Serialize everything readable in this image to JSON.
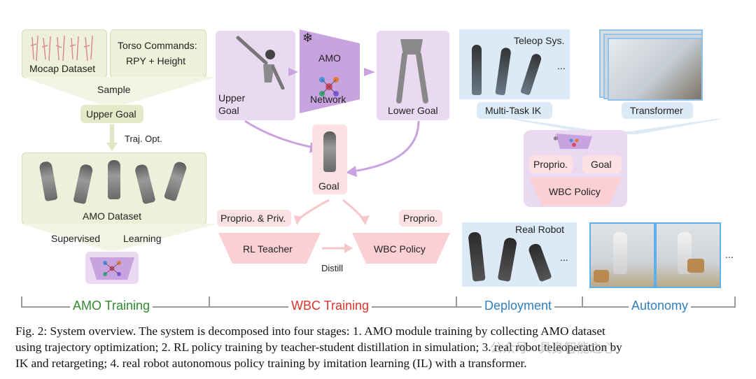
{
  "amo_training": {
    "mocap_dataset": "Mocap Dataset",
    "torso_commands_line1": "Torso Commands:",
    "torso_commands_line2": "RPY + Height",
    "sample": "Sample",
    "upper_goal": "Upper Goal",
    "traj_opt": "Traj. Opt.",
    "amo_dataset": "AMO Dataset",
    "supervised": "Supervised",
    "learning": "Learning"
  },
  "wbc_training": {
    "upper_goal_line1": "Upper",
    "upper_goal_line2": "Goal",
    "amo_line1": "AMO",
    "amo_line2": "Network",
    "snowflake": "❄",
    "lower_goal": "Lower Goal",
    "goal": "Goal",
    "proprio_priv": "Proprio. & Priv.",
    "proprio": "Proprio.",
    "rl_teacher": "RL Teacher",
    "wbc_policy": "WBC Policy",
    "distill": "Distill"
  },
  "deployment": {
    "teleop_sys": "Teleop Sys.",
    "ellipsis1": "...",
    "multi_task_ik": "Multi-Task IK",
    "transformer": "Transformer",
    "proprio": "Proprio.",
    "goal": "Goal",
    "wbc_policy": "WBC Policy",
    "real_robot": "Real Robot",
    "ellipsis2": "...",
    "ellipsis3": "..."
  },
  "stages": [
    {
      "label": "AMO Training",
      "color": "#2e8b2e"
    },
    {
      "label": "WBC Training",
      "color": "#d9342b"
    },
    {
      "label": "Deployment",
      "color": "#2f7fc1"
    },
    {
      "label": "Autonomy",
      "color": "#2f7fc1"
    }
  ],
  "caption": {
    "line1": "Fig. 2: System overview. The system is decomposed into four stages: 1. AMO module training by collecting AMO dataset",
    "line2": "using trajectory optimization; 2. RL policy training by teacher-student distillation in simulation; 3. real robot teleoperation by",
    "line3": "IK and retargeting; 4. real robot autonomous policy training by imitation learning (IL) with a transformer."
  },
  "watermark": "公众号 · 具身智能之心",
  "colors": {
    "green_box": "#eef0d9",
    "pink_box": "#fbe1e3",
    "lavender_box": "#e9d9f1",
    "blue_box": "#dbeaf6",
    "amo_net": "#c9a2e0"
  }
}
